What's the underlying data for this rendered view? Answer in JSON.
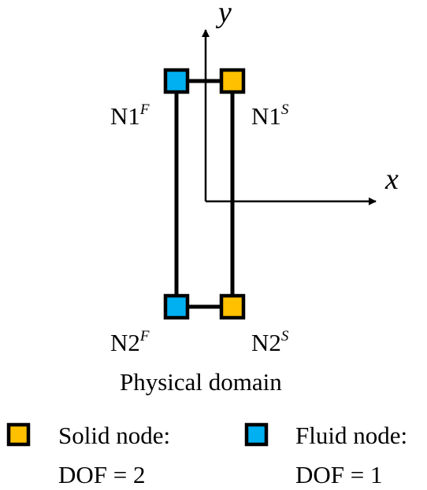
{
  "axes": {
    "x_label": "x",
    "y_label": "y"
  },
  "nodes": {
    "n1f": {
      "base": "N1",
      "sup": "F",
      "kind": "fluid"
    },
    "n1s": {
      "base": "N1",
      "sup": "S",
      "kind": "solid"
    },
    "n2f": {
      "base": "N2",
      "sup": "F",
      "kind": "fluid"
    },
    "n2s": {
      "base": "N2",
      "sup": "S",
      "kind": "solid"
    }
  },
  "caption": "Physical domain",
  "legend": {
    "solid": {
      "label": "Solid node:",
      "dof": "DOF = 2"
    },
    "fluid": {
      "label": "Fluid node:",
      "dof": "DOF = 1"
    }
  },
  "colors": {
    "solid": "#FFC000",
    "fluid": "#00B0F0",
    "stroke": "#000000"
  }
}
